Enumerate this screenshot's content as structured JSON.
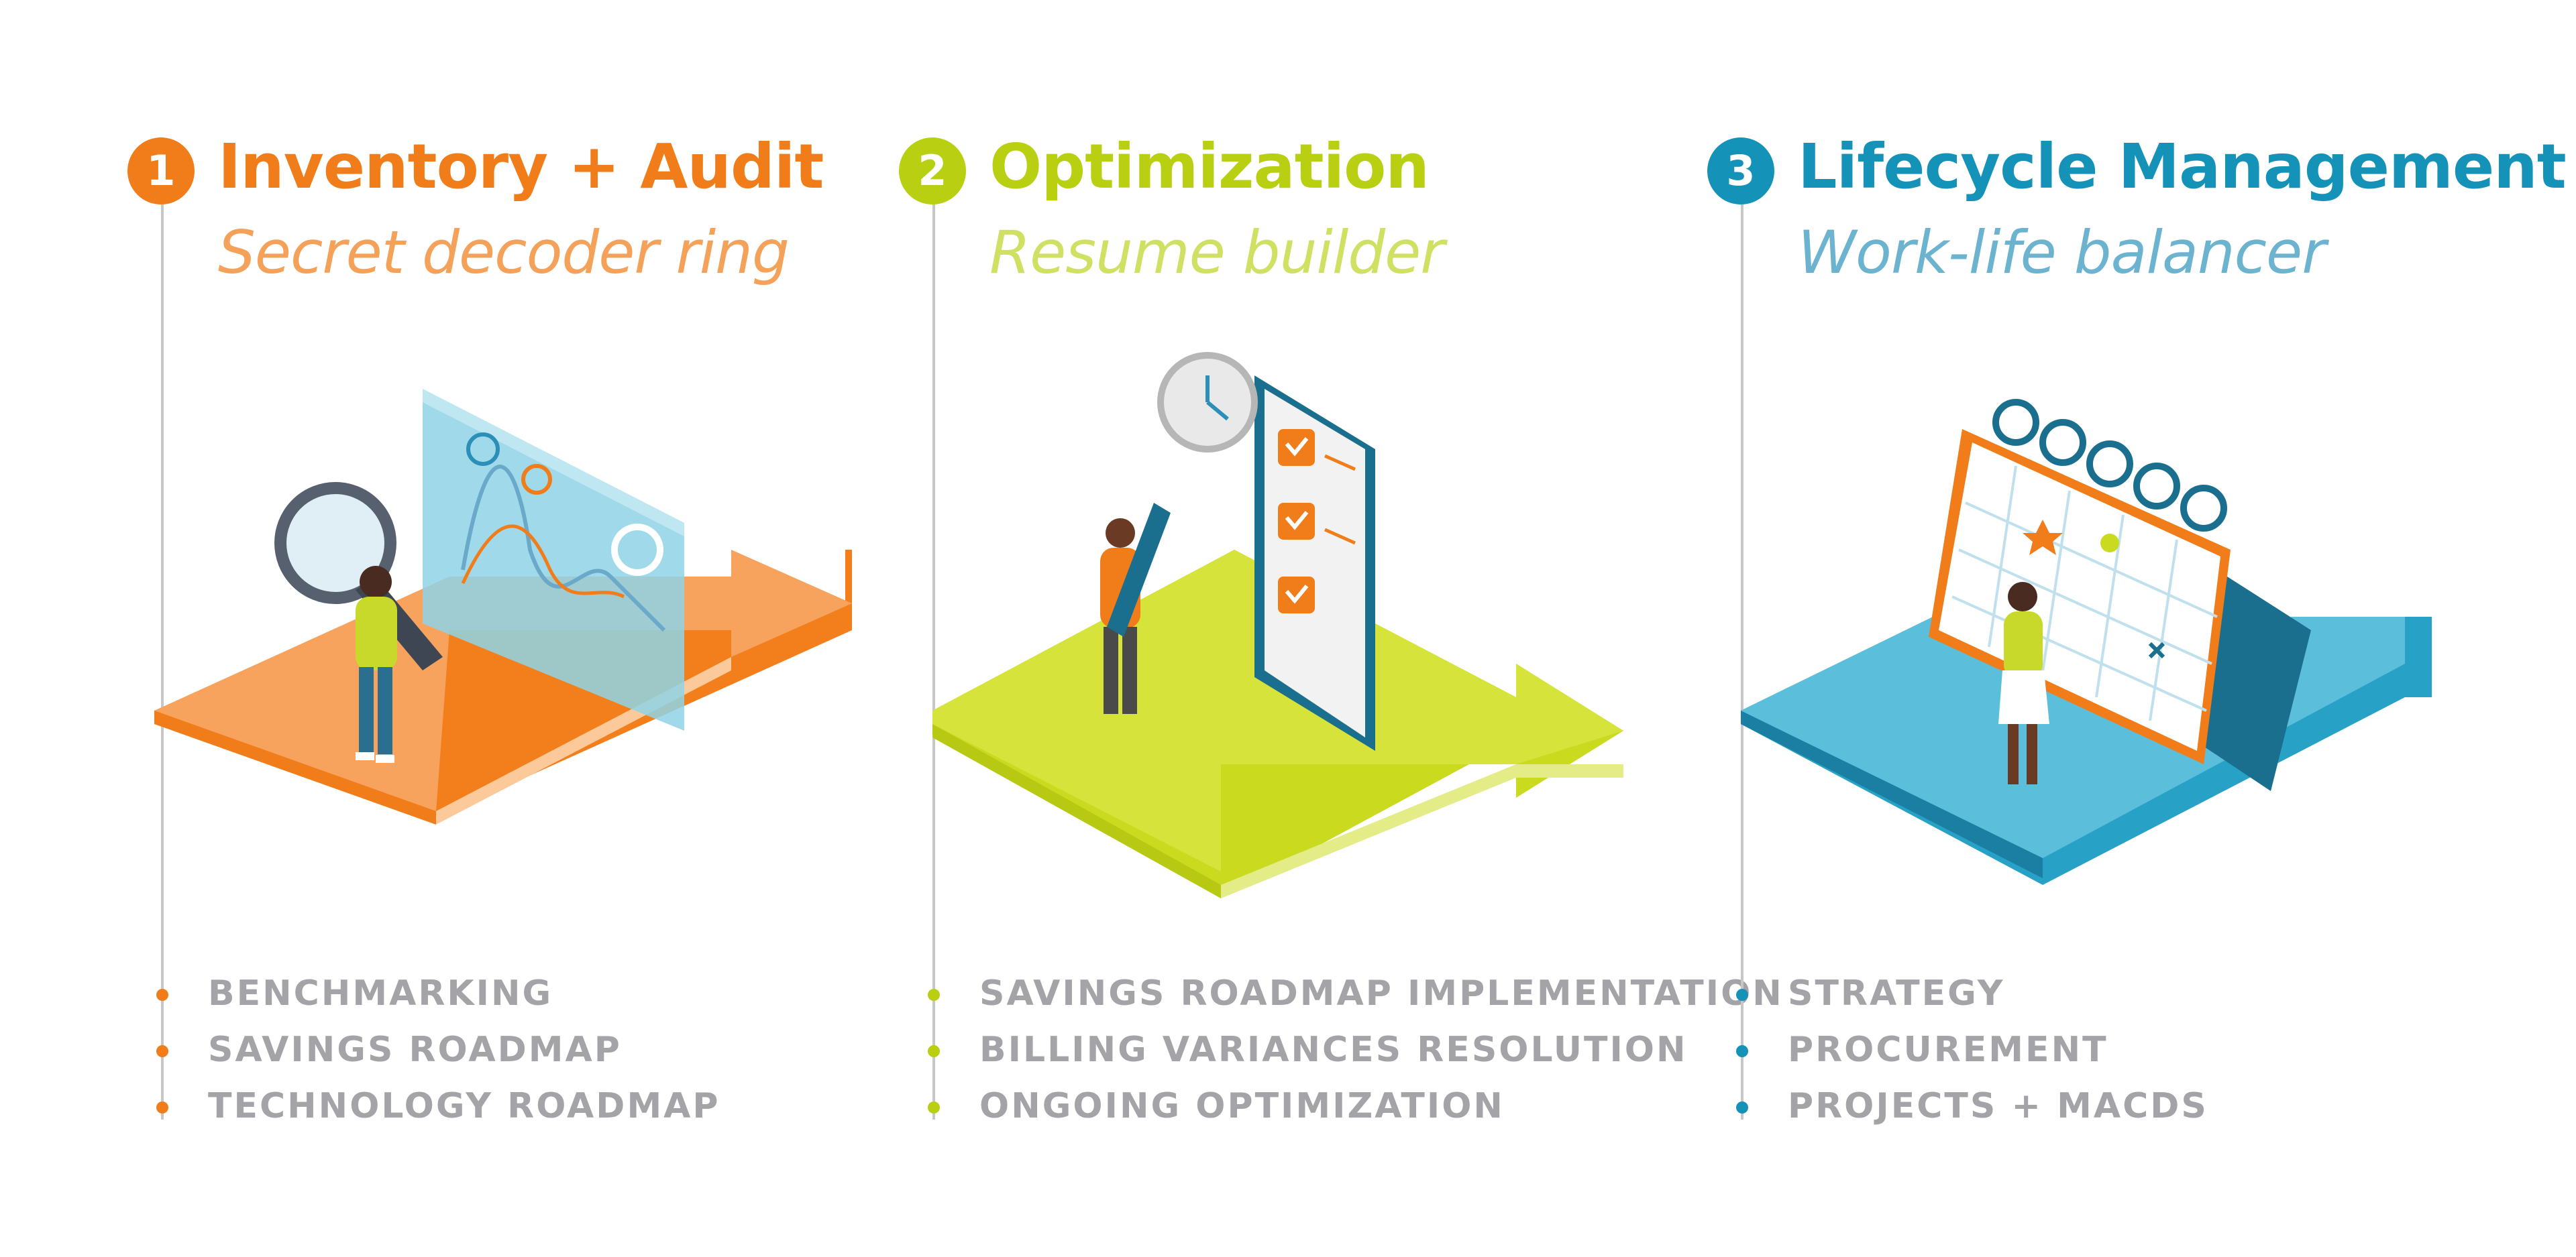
{
  "steps": [
    {
      "number": "1",
      "title": "Inventory + Audit",
      "subtitle": "Secret decoder ring",
      "color": "#f07d1a",
      "subtitle_color": "#f4a15a",
      "items": [
        "BENCHMARKING",
        "SAVINGS ROADMAP",
        "TECHNOLOGY ROADMAP"
      ]
    },
    {
      "number": "2",
      "title": "Optimization",
      "subtitle": "Resume builder",
      "color": "#b8cf12",
      "subtitle_color": "#cfe062",
      "items": [
        "SAVINGS ROADMAP IMPLEMENTATION",
        "BILLING VARIANCES RESOLUTION",
        "ONGOING OPTIMIZATION"
      ]
    },
    {
      "number": "3",
      "title": "Lifecycle Management",
      "subtitle": "Work-life balancer",
      "color": "#1592b8",
      "subtitle_color": "#6bb3cf",
      "items": [
        "STRATEGY",
        "PROCUREMENT",
        "PROJECTS + MACDS"
      ]
    }
  ]
}
